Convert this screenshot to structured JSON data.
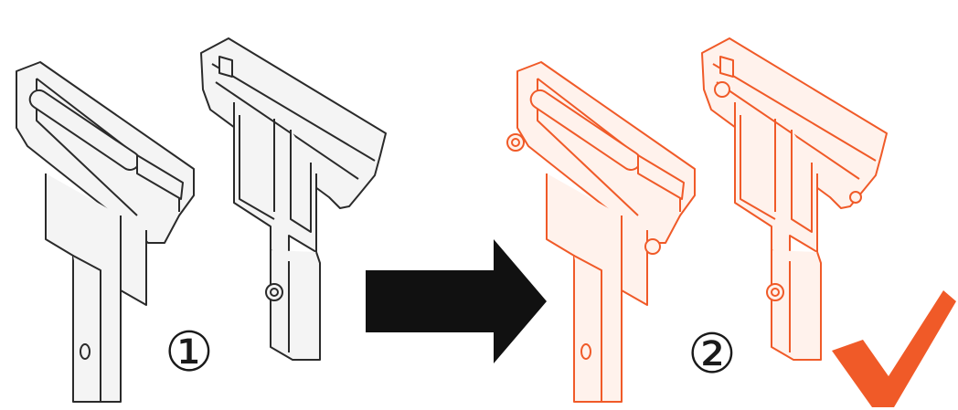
{
  "steps": [
    {
      "number": "①",
      "state": "before",
      "color": "#1a1a1a",
      "fill": "#f4f4f4"
    },
    {
      "number": "②",
      "state": "after",
      "color": "#f05a28",
      "fill": "#fff2ec"
    }
  ],
  "colors": {
    "outline": "#2a2a2a",
    "accent": "#f05a28",
    "arrow": "#111111",
    "checkmark": "#f05a28",
    "background": "#ffffff"
  },
  "icons": {
    "arrow": "right-arrow-icon",
    "check": "checkmark-icon"
  }
}
